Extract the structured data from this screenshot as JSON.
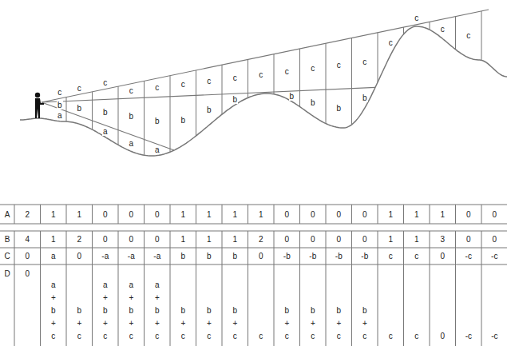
{
  "diagram": {
    "labels": [
      "c",
      "c",
      "c",
      "c",
      "c",
      "c",
      "c",
      "c",
      "c",
      "c",
      "c",
      "c",
      "c",
      "c",
      "c",
      "c",
      "c",
      "b",
      "b",
      "b",
      "b",
      "b",
      "b",
      "b",
      "b",
      "b",
      "b",
      "b",
      "b",
      "a",
      "a",
      "a",
      "a",
      "A",
      "2",
      "1",
      "1",
      "0",
      "0",
      "0",
      "1",
      "1",
      "1",
      "1",
      "0",
      "0",
      "0",
      "0",
      "1",
      "1",
      "1",
      "0",
      "0",
      "B",
      "4",
      "1",
      "2",
      "0",
      "0",
      "0",
      "1",
      "1",
      "1",
      "2",
      "0",
      "0",
      "0",
      "0",
      "1",
      "1",
      "3",
      "0",
      "0",
      "C",
      "0",
      "a",
      "0",
      "-a",
      "-a",
      "-a",
      "b",
      "b",
      "b",
      "0",
      "-b",
      "-b",
      "-b",
      "-b",
      "c",
      "c",
      "0",
      "-c",
      "-c",
      "D",
      "0",
      "a + b + c",
      "b + c",
      "a + b + c",
      "a + b + c",
      "a + b + c",
      "b + c",
      "b + c",
      "b + c",
      "c",
      "b + c",
      "b + c",
      "b + c",
      "b + c",
      "c",
      "c",
      "0",
      "-c",
      "-c"
    ]
  }
}
